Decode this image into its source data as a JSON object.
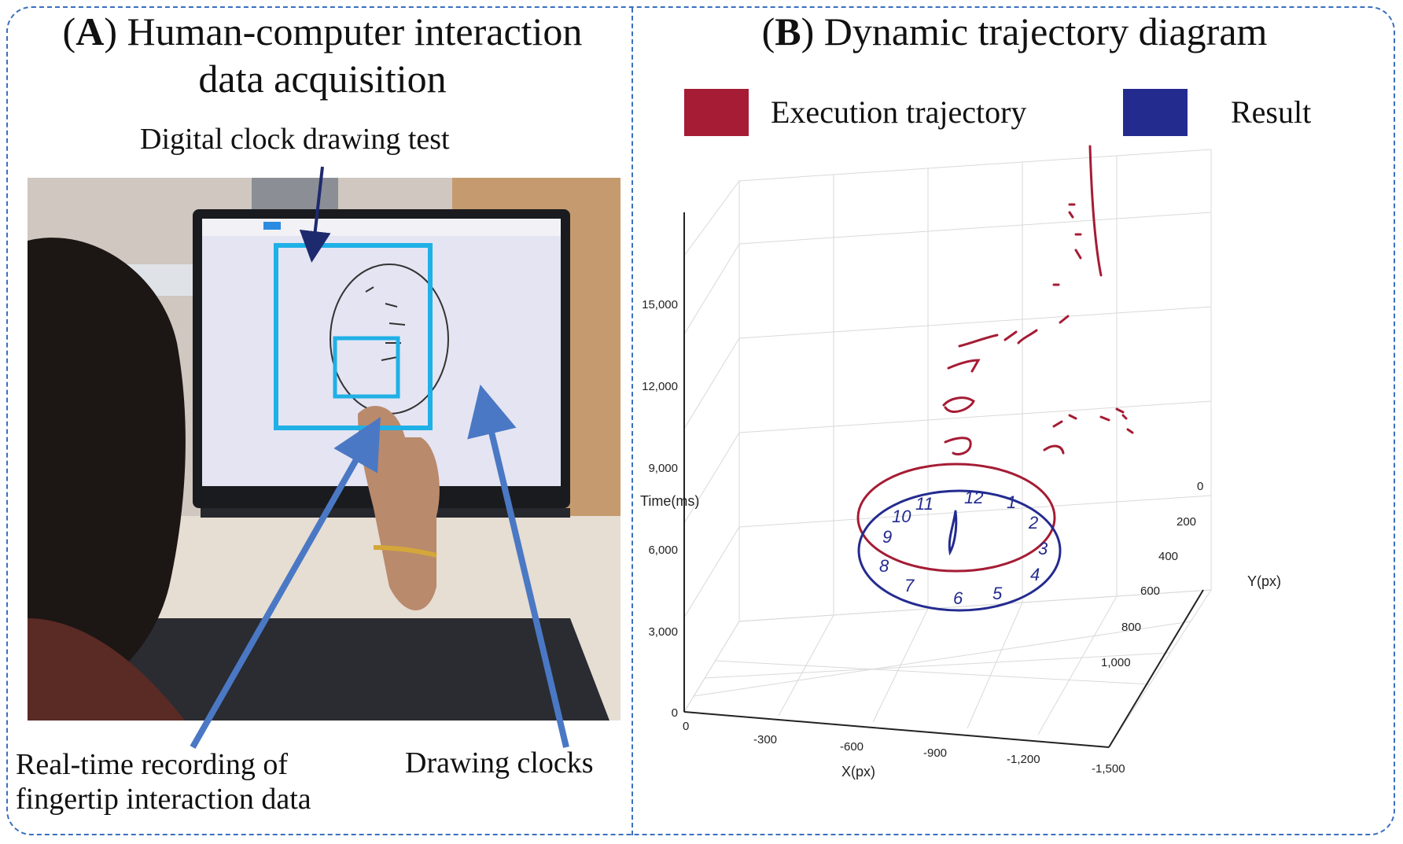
{
  "panel_a": {
    "letter": "A",
    "title_line1_rest": " Human-computer interaction",
    "title_line2": "data acquisition",
    "label_test": "Digital clock drawing test",
    "label_recording_line1": "Real-time recording of",
    "label_recording_line2": "fingertip interaction data",
    "label_clocks": "Drawing clocks"
  },
  "panel_b": {
    "letter": "B",
    "title_rest": " Dynamic trajectory diagram",
    "legend": [
      {
        "label": "Execution trajectory",
        "color": "#a51c34"
      },
      {
        "label": "Result",
        "color": "#232b8f"
      }
    ],
    "axes": {
      "z_label": "Time(ms)",
      "z_ticks": [
        "0",
        "3,000",
        "6,000",
        "9,000",
        "12,000",
        "15,000"
      ],
      "x_label": "X(px)",
      "x_ticks": [
        "0",
        "-300",
        "-600",
        "-900",
        "-1,200",
        "-1,500"
      ],
      "y_label": "Y(px)",
      "y_ticks": [
        "0",
        "200",
        "400",
        "600",
        "800",
        "1,000"
      ]
    },
    "clock_numbers": [
      "12",
      "1",
      "2",
      "3",
      "4",
      "5",
      "6",
      "7",
      "8",
      "9",
      "10",
      "11"
    ]
  },
  "colors": {
    "frame": "#3a6fc0",
    "highlight_box": "#1fb0e6",
    "arrow": "#4a78c4"
  }
}
